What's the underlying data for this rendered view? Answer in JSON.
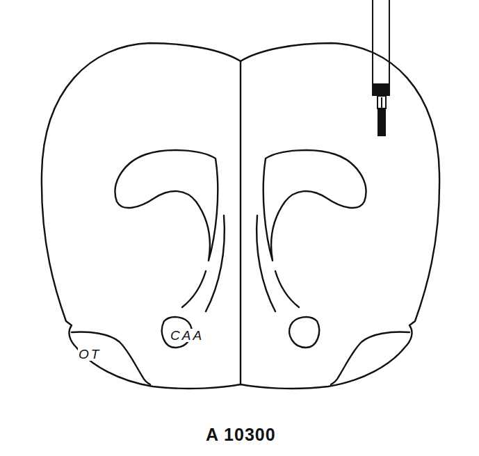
{
  "diagram": {
    "caption": "A 10300",
    "labels": [
      "OT",
      "CAA"
    ]
  }
}
